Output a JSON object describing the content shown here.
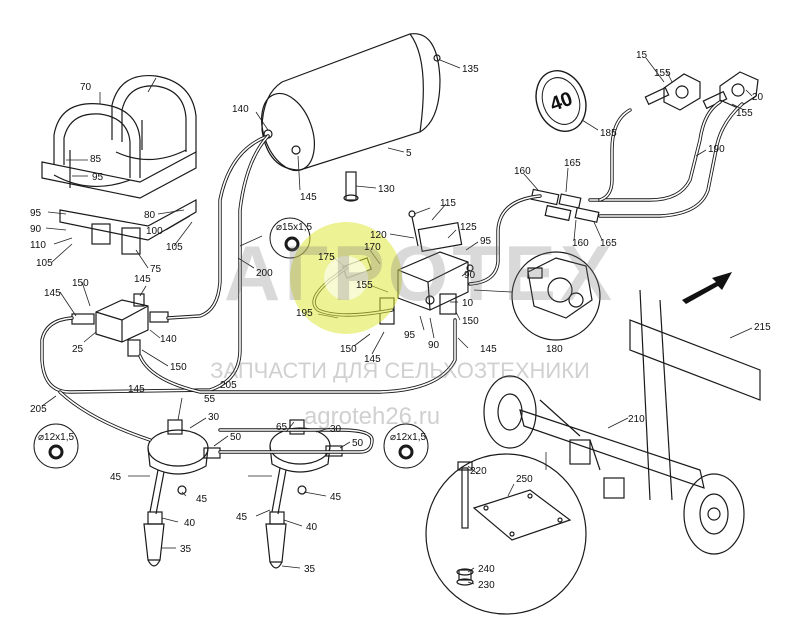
{
  "labels": {
    "l135": "135",
    "l5": "5",
    "l130": "130",
    "l140a": "140",
    "l145a": "145",
    "l70": "70",
    "l85": "85",
    "l95a": "95",
    "l95b": "95",
    "l90a": "90",
    "l110": "110",
    "l105a": "105",
    "l80": "80",
    "l100": "100",
    "l105b": "105",
    "l75": "75",
    "l200": "200",
    "l115": "115",
    "l120": "120",
    "l125": "125",
    "l95c": "95",
    "l170": "170",
    "l175": "175",
    "l155a": "155",
    "l90b": "90",
    "l10": "10",
    "l150a": "150",
    "l145b": "145",
    "l95d": "95",
    "l90c": "90",
    "l195": "195",
    "l150b": "150",
    "l145c": "145",
    "l180": "180",
    "l15": "15",
    "l155b": "155",
    "l20": "20",
    "l155c": "155",
    "l185": "185",
    "l190": "190",
    "l165a": "165",
    "l160a": "160",
    "l160b": "160",
    "l165b": "165",
    "l215": "215",
    "l210": "210",
    "l150c": "150",
    "l145d": "145",
    "l145e": "145",
    "l25": "25",
    "l140b": "140",
    "l150d": "150",
    "l145f": "145",
    "l205a": "205",
    "l205b": "205",
    "l55": "55",
    "l30a": "30",
    "l50a": "50",
    "l45a": "45",
    "l45b": "45",
    "l40a": "40",
    "l35a": "35",
    "l65": "65",
    "l30b": "30",
    "l50b": "50",
    "l45c": "45",
    "l45d": "45",
    "l40b": "40",
    "l35b": "35",
    "l220": "220",
    "l250": "250",
    "l240": "240",
    "l230": "230",
    "d15a": "⌀15x1,5",
    "d12a": "⌀12x1,5",
    "d12b": "⌀12x1,5",
    "speed": "40"
  },
  "watermark": {
    "brand": "АГРОТЕХ",
    "sub": "ЗАПЧАСТИ ДЛЯ СЕЛЬХОЗТЕХНИКИ",
    "url": "agroteh26.ru"
  }
}
